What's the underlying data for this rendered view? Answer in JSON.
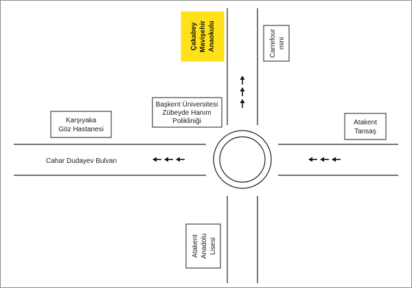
{
  "colors": {
    "background": "#ffffff",
    "frame": "#8a8a8a",
    "road_line": "#1a1a1a",
    "box_border": "#1a1a1a",
    "highlight_fill": "#ffe11a",
    "arrow": "#111111"
  },
  "landmarks": {
    "cakabey": {
      "line1": "Çakabey",
      "line2": "Mavişehir",
      "line3": "Anaokulu"
    },
    "carrefour": {
      "line1": "Carrefour",
      "line2": "mini"
    },
    "baskent": {
      "line1": "Başkent Üniversitesi",
      "line2": "Zübeyde Hanım",
      "line3": "Polikliniği"
    },
    "karsiyaka": {
      "line1": "Karşıyaka",
      "line2": "Göz Hastanesi"
    },
    "atakent_tansas": {
      "line1": "Atakent",
      "line2": "Tansaş"
    },
    "atakent_lisesi": {
      "line1": "Atakent",
      "line2": "Anadolu",
      "line3": "Lisesi"
    }
  },
  "streets": {
    "main_avenue": "Cahar Dudayev Bulvarı"
  },
  "arrows": {
    "north_count": 3,
    "west_left_count": 3,
    "west_right_count": 3
  },
  "icons": {
    "roundabout": "roundabout-circle",
    "direction": "arrow-icon"
  }
}
